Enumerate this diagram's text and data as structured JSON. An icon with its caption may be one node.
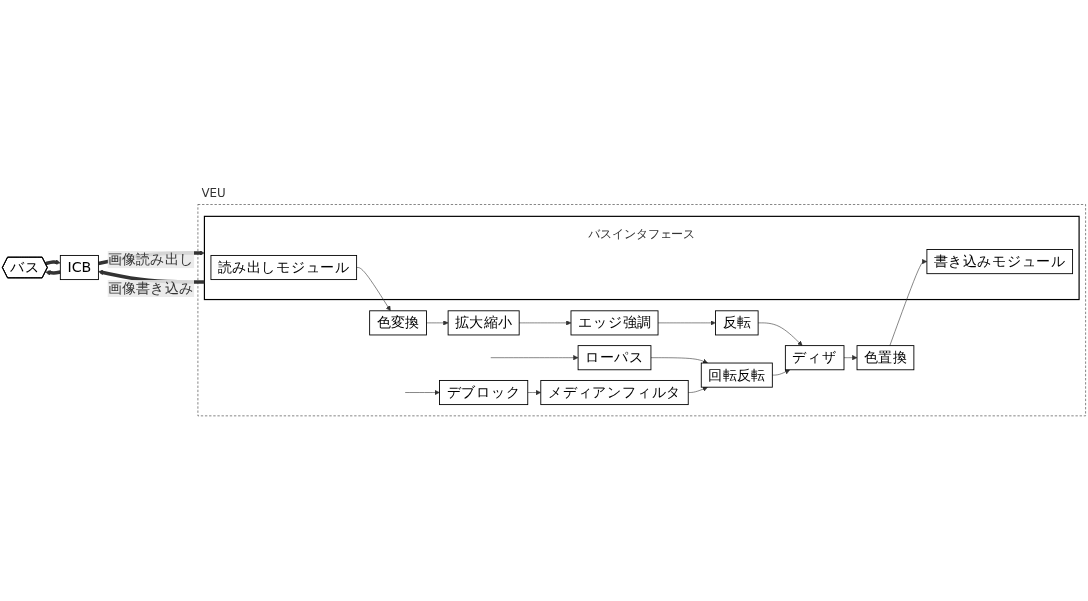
{
  "diagram": {
    "nodes": [
      {
        "text": [
          "バス"
        ]
      },
      {
        "text": [
          "ICB"
        ]
      },
      {
        "text": [
          "VEU"
        ]
      },
      {
        "text": [
          "バスインタフェース"
        ],
        "in": 2
      },
      {
        "text": [
          "読み出しモジュール"
        ],
        "in": 3
      },
      {
        "text": [
          "書き込みモジュール"
        ],
        "in": 3
      },
      {
        "text": [
          "色変換"
        ],
        "in": 2
      },
      {
        "text": [
          "拡大縮小"
        ],
        "in": 2
      },
      {
        "text": [
          "エッジ強調"
        ],
        "in": 2
      },
      {
        "text": [
          "反転"
        ],
        "in": 2
      },
      {
        "text": [
          "ローパス"
        ],
        "in": 2
      },
      {
        "text": [
          "デブロック"
        ],
        "in": 2
      },
      {
        "text": [
          "メディアンフィルタ"
        ],
        "in": 2
      },
      {
        "text": [
          "回転反転"
        ],
        "in": 2
      },
      {
        "text": [
          "ディザ"
        ],
        "in": 2
      },
      {
        "text": [
          "色置換"
        ],
        "in": 2
      }
    ],
    "edges": [
      {
        "from": 0,
        "to": 1,
        "arrow": "to",
        "style": "thick"
      },
      {
        "from": 1,
        "to": 0,
        "arrow": "to",
        "style": "thick"
      },
      {
        "from": 1,
        "to": 3,
        "arrow": "to",
        "style": "thick",
        "label": "画像読み出し"
      },
      {
        "from": 3,
        "to": 1,
        "arrow": "to",
        "style": "thick",
        "label": "画像書き込み"
      },
      {
        "from": 4,
        "to": 6,
        "arrow": "to"
      },
      {
        "from": 6,
        "to": 7,
        "arrow": "to"
      },
      {
        "from": 7,
        "to": 8,
        "arrow": "to"
      },
      {
        "from": 8,
        "to": 9,
        "arrow": "to"
      },
      {
        "from": null,
        "to": 10,
        "arrow": "to"
      },
      {
        "from": null,
        "to": 11,
        "arrow": "to"
      },
      {
        "from": 11,
        "to": 12,
        "arrow": "to"
      },
      {
        "from": 10,
        "to": 13,
        "arrow": "to"
      },
      {
        "from": 12,
        "to": 13,
        "arrow": "to"
      },
      {
        "from": 9,
        "to": 14,
        "arrow": "to"
      },
      {
        "from": 13,
        "to": 14,
        "arrow": "to"
      },
      {
        "from": 14,
        "to": 15,
        "arrow": "to"
      },
      {
        "from": 15,
        "to": 5,
        "arrow": "to"
      }
    ]
  }
}
